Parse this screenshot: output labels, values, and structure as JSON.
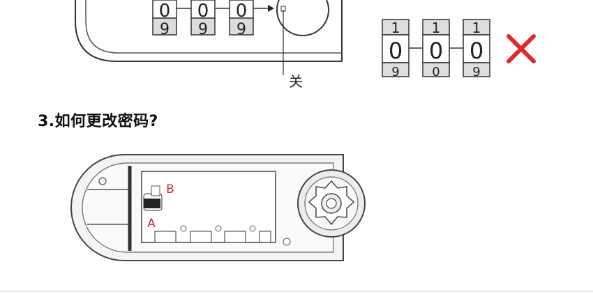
{
  "top_diagram": {
    "dial_top": [
      "0",
      "0",
      "0"
    ],
    "dial_bottom": [
      "9",
      "9",
      "9"
    ],
    "off_label": "关"
  },
  "wrong_example": {
    "dial_top": [
      "1",
      "1",
      "1"
    ],
    "dial_mid": [
      "0",
      "0",
      "0"
    ],
    "dial_bottom": [
      "9",
      "0",
      "9"
    ],
    "mark": "✕",
    "mark_color": "#e02a2a"
  },
  "section": {
    "heading": "3.如何更改密码?"
  },
  "bottom_diagram": {
    "label_a": "A",
    "label_b": "B",
    "label_color": "#c0303a"
  }
}
